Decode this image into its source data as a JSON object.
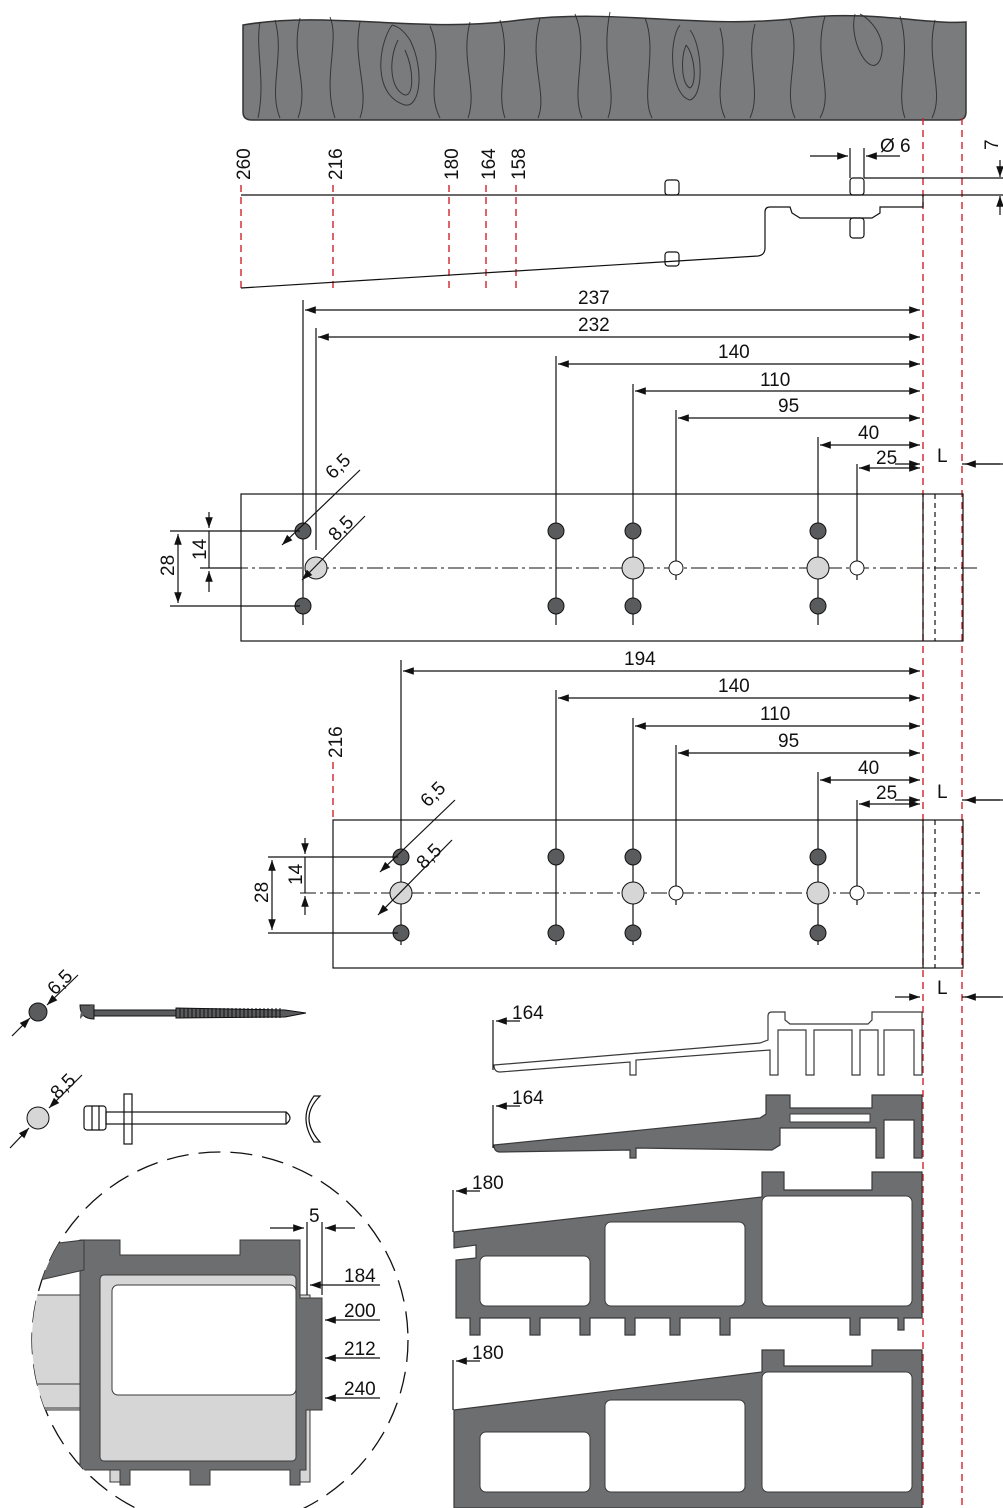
{
  "top_view_marks": [
    "260",
    "216",
    "180",
    "164",
    "158"
  ],
  "diameter_label": "Ø 6",
  "height_label": "7",
  "plate1": {
    "dims": [
      "237",
      "232",
      "140",
      "110",
      "95",
      "40",
      "25"
    ],
    "l_label": "L",
    "hole_small": "6,5",
    "hole_large": "8,5",
    "spacing_inner": "14",
    "spacing_outer": "28"
  },
  "plate2": {
    "mark": "216",
    "dims": [
      "194",
      "140",
      "110",
      "95",
      "40",
      "25"
    ],
    "l_label": "L",
    "hole_small": "6,5",
    "hole_large": "8,5",
    "spacing_inner": "14",
    "spacing_outer": "28"
  },
  "bottom_l_label": "L",
  "screw_label": "6,5",
  "pin_label": "8,5",
  "profiles": [
    "164",
    "164",
    "180",
    "180"
  ],
  "detail": {
    "offset": "5",
    "sizes": [
      "184",
      "200",
      "212",
      "240"
    ]
  }
}
